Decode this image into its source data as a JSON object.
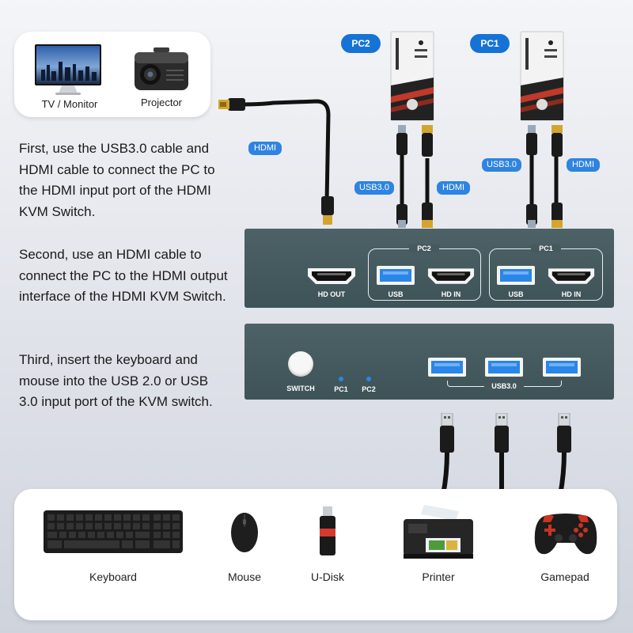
{
  "outputs": {
    "tv_label": "TV / Monitor",
    "projector_label": "Projector"
  },
  "steps": {
    "first": "First, use the USB3.0 cable and HDMI cable to connect the PC to the HDMI input port of the HDMI KVM Switch.",
    "second": "Second, use an HDMI cable to connect the PC to the HDMI output interface of the HDMI KVM Switch.",
    "third": "Third, insert the keyboard and mouse into the USB 2.0 or USB 3.0 input port of the KVM switch."
  },
  "computers": {
    "pc2": "PC2",
    "pc1": "PC1"
  },
  "cable_tags": {
    "hdmi_main": "HDMI",
    "pc2_usb": "USB3.0",
    "pc2_hdmi": "HDMI",
    "pc1_usb": "USB3.0",
    "pc1_hdmi": "HDMI"
  },
  "rear_panel": {
    "hd_out": "HD OUT",
    "pc2_group": "PC2",
    "pc1_group": "PC1",
    "usb": "USB",
    "hd_in": "HD IN"
  },
  "front_panel": {
    "switch": "SWITCH",
    "pc1_led": "PC1",
    "pc2_led": "PC2",
    "usb30": "USB3.0"
  },
  "peripherals": {
    "keyboard": "Keyboard",
    "mouse": "Mouse",
    "udisk": "U-Disk",
    "printer": "Printer",
    "gamepad": "Gamepad"
  },
  "colors": {
    "accent_blue": "#1673d6",
    "panel": "#455a5e",
    "usb_port_blue": "#2a86e8"
  }
}
